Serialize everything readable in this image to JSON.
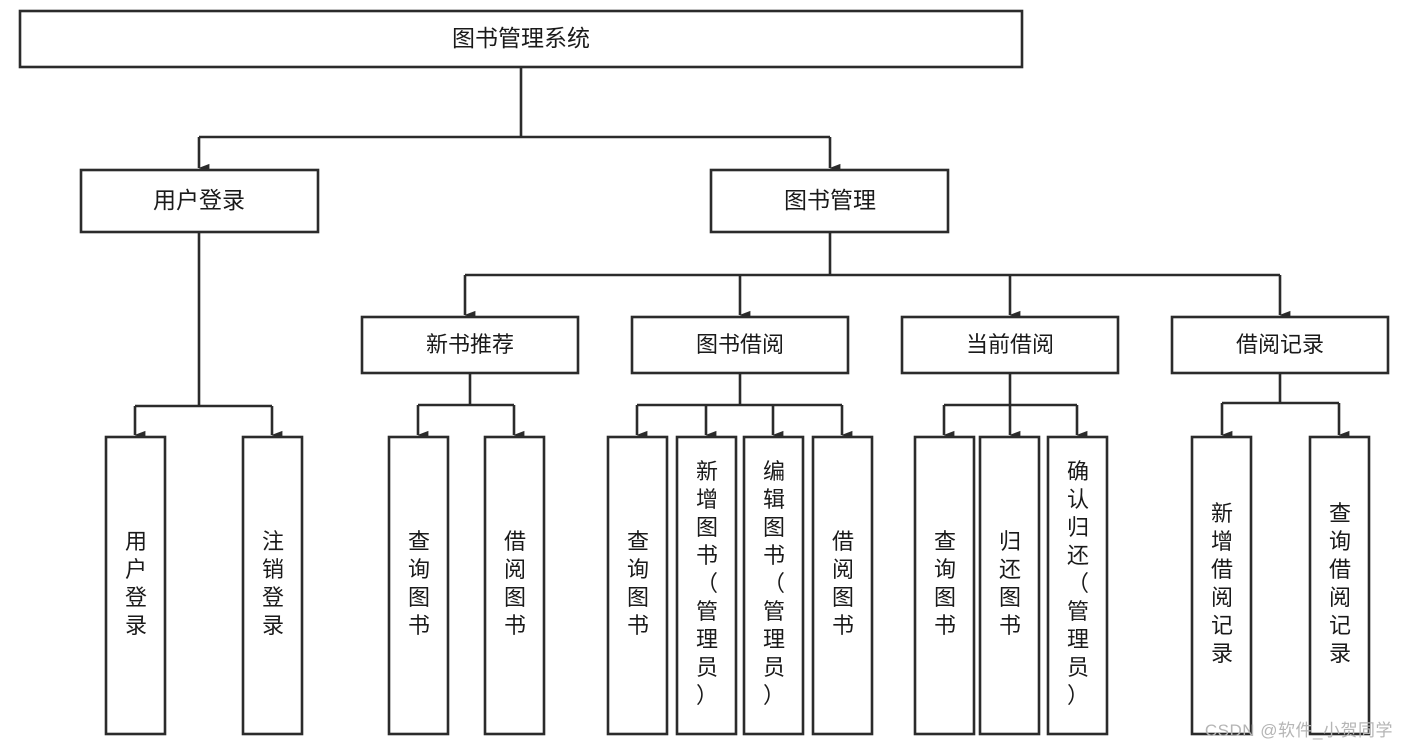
{
  "diagram": {
    "type": "tree-hierarchy",
    "title": "图书管理系统",
    "root": {
      "id": "root",
      "label": "图书管理系统",
      "orientation": "horizontal"
    },
    "level2": [
      {
        "id": "user-login",
        "label": "用户登录",
        "orientation": "horizontal"
      },
      {
        "id": "book-management",
        "label": "图书管理",
        "orientation": "horizontal"
      }
    ],
    "level3": [
      {
        "id": "new-book-recommend",
        "label": "新书推荐",
        "orientation": "horizontal",
        "parent": "book-management"
      },
      {
        "id": "book-borrow",
        "label": "图书借阅",
        "orientation": "horizontal",
        "parent": "book-management"
      },
      {
        "id": "current-borrow",
        "label": "当前借阅",
        "orientation": "horizontal",
        "parent": "book-management"
      },
      {
        "id": "borrow-record",
        "label": "借阅记录",
        "orientation": "horizontal",
        "parent": "book-management"
      }
    ],
    "leaves": [
      {
        "id": "leaf-user-login",
        "label": "用户登录",
        "orientation": "vertical",
        "parent": "user-login"
      },
      {
        "id": "leaf-user-logout",
        "label": "注销登录",
        "orientation": "vertical",
        "parent": "user-login"
      },
      {
        "id": "leaf-query-book-1",
        "label": "查询图书",
        "orientation": "vertical",
        "parent": "new-book-recommend"
      },
      {
        "id": "leaf-borrow-book-1",
        "label": "借阅图书",
        "orientation": "vertical",
        "parent": "new-book-recommend"
      },
      {
        "id": "leaf-query-book-2",
        "label": "查询图书",
        "orientation": "vertical",
        "parent": "book-borrow"
      },
      {
        "id": "leaf-add-book",
        "label": "新增图书（管理员）",
        "orientation": "vertical",
        "parent": "book-borrow"
      },
      {
        "id": "leaf-edit-book",
        "label": "编辑图书（管理员）",
        "orientation": "vertical",
        "parent": "book-borrow"
      },
      {
        "id": "leaf-borrow-book-2",
        "label": "借阅图书",
        "orientation": "vertical",
        "parent": "book-borrow"
      },
      {
        "id": "leaf-query-book-3",
        "label": "查询图书",
        "orientation": "vertical",
        "parent": "current-borrow"
      },
      {
        "id": "leaf-return-book",
        "label": "归还图书",
        "orientation": "vertical",
        "parent": "current-borrow"
      },
      {
        "id": "leaf-confirm-return",
        "label": "确认归还（管理员）",
        "orientation": "vertical",
        "parent": "current-borrow"
      },
      {
        "id": "leaf-add-record",
        "label": "新增借阅记录",
        "orientation": "vertical",
        "parent": "borrow-record"
      },
      {
        "id": "leaf-query-record",
        "label": "查询借阅记录",
        "orientation": "vertical",
        "parent": "borrow-record"
      }
    ],
    "colors": {
      "stroke": "#2b2b2b",
      "fill": "#ffffff",
      "text": "#1a1a1a",
      "watermark": "#b5b5b5",
      "background": "#ffffff"
    }
  },
  "watermark": {
    "text": "CSDN @软件_小贺同学"
  }
}
